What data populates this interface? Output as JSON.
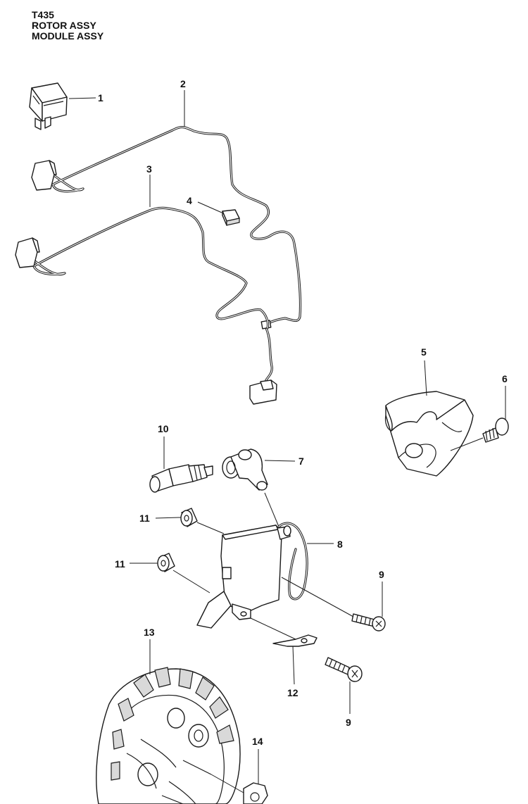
{
  "header": {
    "model": "T435",
    "line1": "ROTOR ASSY",
    "line2": "MODULE ASSY"
  },
  "callouts": {
    "c1": "1",
    "c2": "2",
    "c3": "3",
    "c4": "4",
    "c5": "5",
    "c6": "6",
    "c7": "7",
    "c8": "8",
    "c9a": "9",
    "c9b": "9",
    "c10": "10",
    "c11a": "11",
    "c11b": "11",
    "c12": "12",
    "c13": "13",
    "c14": "14"
  }
}
